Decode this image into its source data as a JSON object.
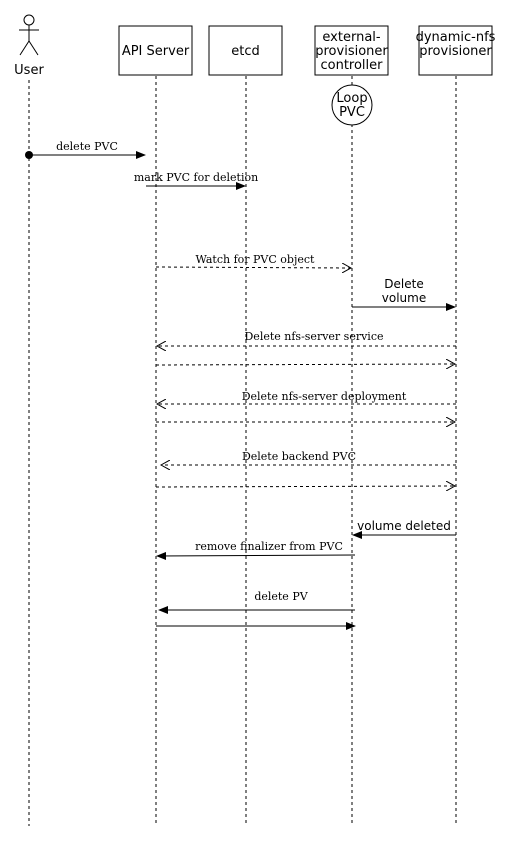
{
  "participants": {
    "user": "User",
    "api_server": "API Server",
    "etcd": "etcd",
    "ext_line1": "external-",
    "ext_line2": "provisioner",
    "ext_line3": "controller",
    "dyn_line1": "dynamic-nfs",
    "dyn_line2": "provisioner"
  },
  "loop": {
    "line1": "Loop",
    "line2": "PVC"
  },
  "messages": {
    "delete_pvc": "delete PVC",
    "mark_pvc": "mark PVC for deletion",
    "watch_pvc": "Watch for PVC object",
    "delete_volume_1": "Delete",
    "delete_volume_2": "volume",
    "delete_nfs_service": "Delete nfs-server service",
    "delete_nfs_deployment": "Delete nfs-server deployment",
    "delete_backend_pvc": "Delete backend PVC",
    "volume_deleted": "volume deleted",
    "remove_finalizer": "remove finalizer from PVC",
    "delete_pv": "delete PV"
  }
}
